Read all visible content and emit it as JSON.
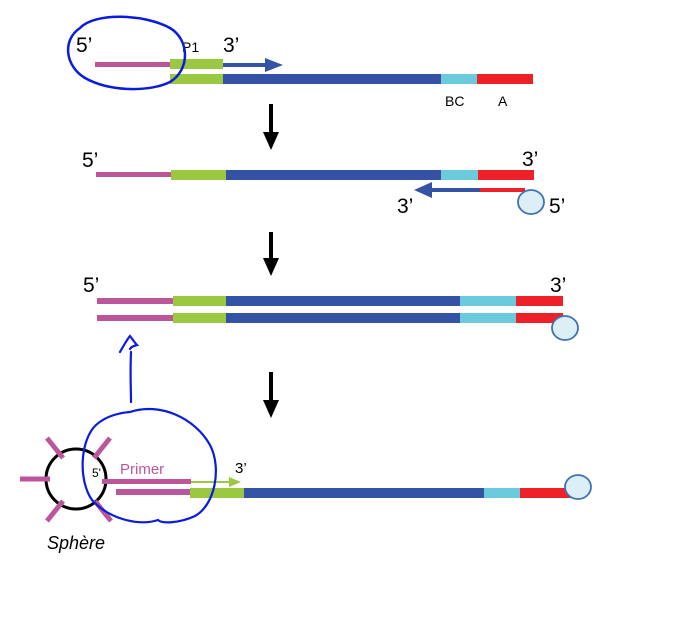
{
  "colors": {
    "adapter_p1": "#9BC841",
    "template": "#3453A4",
    "barcode": "#6BCBDD",
    "adapter_a": "#EE2129",
    "primer": "#BC569B",
    "bead_fill": "#DCEEF6",
    "bead_stroke": "#3E72B5",
    "annotation": "#0A1BE0",
    "arrow": "#000000"
  },
  "step1": {
    "label_5prime": "5’",
    "label_p1": "P1",
    "label_3prime": "3’",
    "label_bc": "BC",
    "label_a": "A"
  },
  "step2": {
    "label_5prime_top": "5’",
    "label_3prime_top": "3’",
    "label_3prime_bottom": "3’",
    "label_5prime_bottom": "5’"
  },
  "step3": {
    "label_5prime": "5’",
    "label_3prime": "3’"
  },
  "step4": {
    "label_5prime": "5'",
    "label_primer": "Primer",
    "label_3prime": "3’",
    "label_sphere": "Sphère"
  }
}
